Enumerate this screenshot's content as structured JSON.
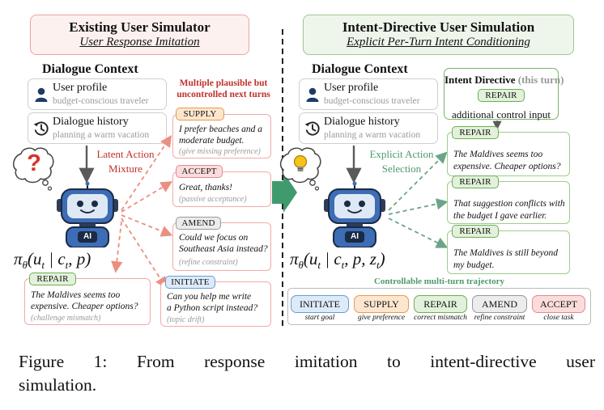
{
  "left": {
    "title": "Existing User Simulator",
    "subtitle": "User Response Imitation",
    "context_heading": "Dialogue Context",
    "profile_label": "User profile",
    "profile_value": "budget-conscious traveler",
    "history_label": "Dialogue history",
    "history_value": "planning a warm vacation",
    "turns_note_line1": "Multiple plausible but",
    "turns_note_line2": "uncontrolled next turns",
    "latent_line1": "Latent Action",
    "latent_line2": "Mixture",
    "formula_prefix": "π",
    "formula_sub": "θ",
    "formula_body": "(u",
    "formula_t": "t",
    "formula_mid": " | c",
    "formula_t2": "t",
    "formula_end": ", p)",
    "responses": [
      {
        "tag": "SUPPLY",
        "line1": "I prefer beaches and a",
        "line2": "moderate budget.",
        "note": "(give missing preference)"
      },
      {
        "tag": "ACCEPT",
        "line1": "Great, thanks!",
        "line2": "",
        "note": "(passive acceptance)"
      },
      {
        "tag": "AMEND",
        "line1": "Could we focus on",
        "line2": "Southeast Asia instead?",
        "note": "(refine constraint)"
      },
      {
        "tag": "INITIATE",
        "line1": "Can you help me write",
        "line2": "a Python script instead?",
        "note": "(topic drift)"
      },
      {
        "tag": "REPAIR",
        "line1": "The Maldives seems too",
        "line2": "expensive. Cheaper options?",
        "note": "(challenge mismatch)"
      }
    ]
  },
  "right": {
    "title": "Intent-Directive User Simulation",
    "subtitle": "Explicit Per-Turn Intent Conditioning",
    "context_heading": "Dialogue Context",
    "profile_label": "User profile",
    "profile_value": "budget-conscious traveler",
    "history_label": "Dialogue history",
    "history_value": "planning a warm vacation",
    "directive_title": "Intent Directive",
    "directive_turn": "(this turn)",
    "directive_tag": "REPAIR",
    "control_label": "additional control input",
    "explicit_line1": "Explicit Action",
    "explicit_line2": "Selection",
    "formula_prefix": "π",
    "formula_sub": "θ",
    "formula_body": "(u",
    "formula_t": "t",
    "formula_mid": " | c",
    "formula_t2": "t",
    "formula_end": ", p, z",
    "formula_t3": "t",
    "formula_close": ")",
    "responses": [
      {
        "tag": "REPAIR",
        "line1": "The Maldives seems too",
        "line2": "expensive. Cheaper options?"
      },
      {
        "tag": "REPAIR",
        "line1": "That suggestion conflicts with",
        "line2": "the budget I gave earlier."
      },
      {
        "tag": "REPAIR",
        "line1": "The Maldives is still beyond",
        "line2": "my budget."
      }
    ],
    "trajectory_title": "Controllable multi-turn trajectory",
    "trajectory": [
      {
        "label": "INITIATE",
        "caption": "start goal"
      },
      {
        "label": "SUPPLY",
        "caption": "give preference"
      },
      {
        "label": "REPAIR",
        "caption": "correct mismatch"
      },
      {
        "label": "AMEND",
        "caption": "refine constraint"
      },
      {
        "label": "ACCEPT",
        "caption": "close task"
      }
    ]
  },
  "robot_label": "AI",
  "question_mark": "?",
  "caption_line1": "Figure 1: From response imitation to intent-directive user",
  "caption_line2": "simulation.",
  "colors": {
    "left_header_bg": "#fdf1ef",
    "left_header_border": "#e8a79d",
    "right_header_bg": "#eef6ec",
    "right_header_border": "#9cc88e",
    "red_text": "#c0302b",
    "red_arrow": "#eb8f80",
    "green_text": "#4e9a6b",
    "green_arrow": "#6aa588",
    "robot_blue": "#3d6db5",
    "big_arrow": "#3f9a6e"
  }
}
